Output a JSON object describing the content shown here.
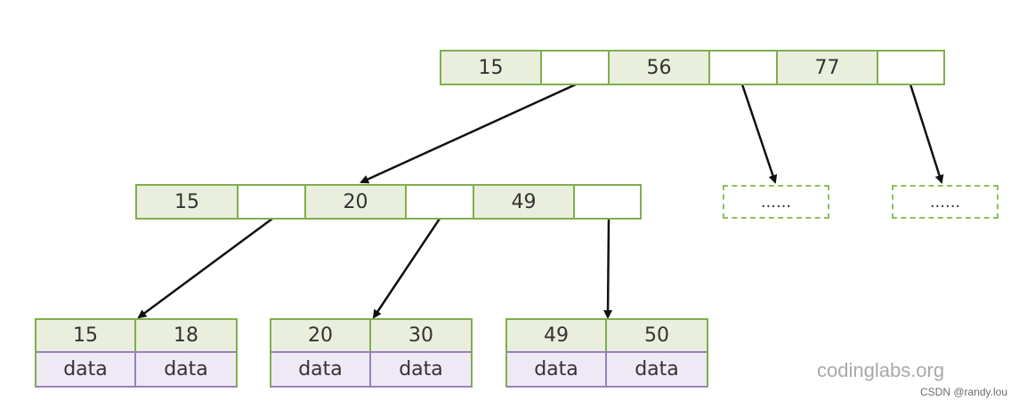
{
  "root": {
    "keys": [
      "15",
      "56",
      "77"
    ]
  },
  "internal": {
    "keys": [
      "15",
      "20",
      "49"
    ]
  },
  "placeholders": [
    "......",
    "......"
  ],
  "leaves": [
    {
      "keys": [
        "15",
        "18"
      ],
      "data": [
        "data",
        "data"
      ]
    },
    {
      "keys": [
        "20",
        "30"
      ],
      "data": [
        "data",
        "data"
      ]
    },
    {
      "keys": [
        "49",
        "50"
      ],
      "data": [
        "data",
        "data"
      ]
    }
  ],
  "watermark": {
    "main": "codinglabs.org",
    "credit": "CSDN @randy.lou"
  },
  "colors": {
    "node_border": "#7fae4c",
    "key_fill": "#e9efdc",
    "data_border": "#9a7fc0",
    "data_fill": "#efe9f5"
  }
}
